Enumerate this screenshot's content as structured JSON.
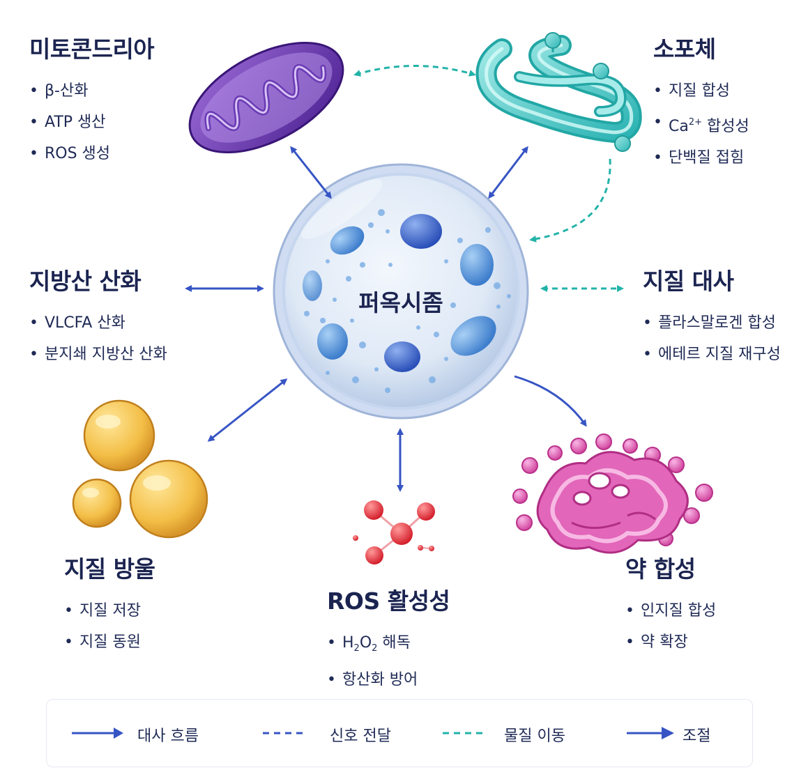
{
  "center": {
    "label": "퍼옥시좀"
  },
  "mitochondria": {
    "title": "미토콘드리아",
    "items": [
      "β-산화",
      "ATP 생산",
      "ROS 생성"
    ]
  },
  "er": {
    "title": "소포체",
    "items": [
      {
        "pre": "지질 합성"
      },
      {
        "pre": "Ca",
        "sup": "2+",
        "post": " 합성성"
      },
      {
        "pre": "단백질 접힘"
      }
    ]
  },
  "fatty_acid": {
    "title": "지방산 산화",
    "items": [
      "VLCFA 산화",
      "분지쇄 지방산 산화"
    ]
  },
  "lipid_metabolism": {
    "title": "지질 대사",
    "items": [
      "플라스말로겐 합성",
      "에테르 지질 재구성"
    ]
  },
  "lipid_droplet": {
    "title": "지질 방울",
    "items": [
      "지질 저장",
      "지질 동원"
    ]
  },
  "ros": {
    "title": "ROS 활성성",
    "items": [
      {
        "pre": "H",
        "sub1": "2",
        "mid": "O",
        "sub2": "2",
        "post": " 해독"
      },
      {
        "pre": "항산화 방어"
      }
    ]
  },
  "drug": {
    "title": "약 합성",
    "items": [
      "인지질 합성",
      "약 확장"
    ]
  },
  "legend": [
    {
      "label": "대사 흐름",
      "style": "solid-arrow",
      "color": "#3654c4"
    },
    {
      "label": "신호 전달",
      "style": "dashed",
      "color": "#3654c4"
    },
    {
      "label": "물질 이동",
      "style": "dashed",
      "color": "#22b3a8"
    },
    {
      "label": "조절",
      "style": "solid-arrow",
      "color": "#3654c4"
    }
  ],
  "colors": {
    "blue_arrow": "#3654c4",
    "teal_arrow": "#22b3a8",
    "text": "#1b2450"
  }
}
